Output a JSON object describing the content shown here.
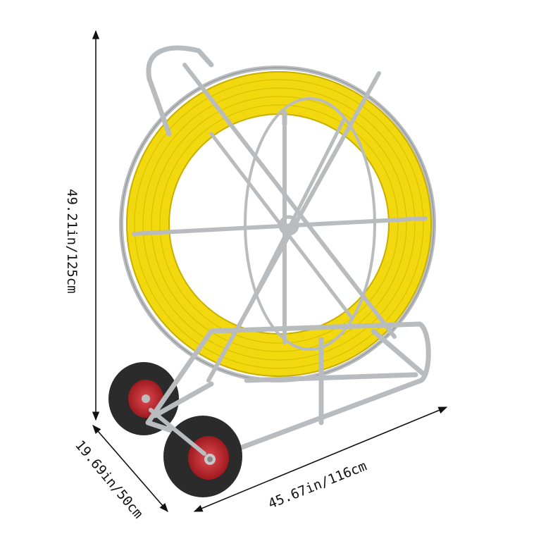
{
  "image": {
    "subject": "fiberglass duct rodder reel on wheeled stand",
    "colors": {
      "rod": "#f2d90f",
      "rod_dark": "#c9b000",
      "frame": "#b9bcbf",
      "frame_dark": "#8c9094",
      "tire": "#2b2b2b",
      "hub": "#c6242c",
      "line": "#111111"
    }
  },
  "dimensions": {
    "height_label": "49.21in/125cm",
    "depth_label": "19.69in/50cm",
    "width_label": "45.67in/116cm"
  }
}
